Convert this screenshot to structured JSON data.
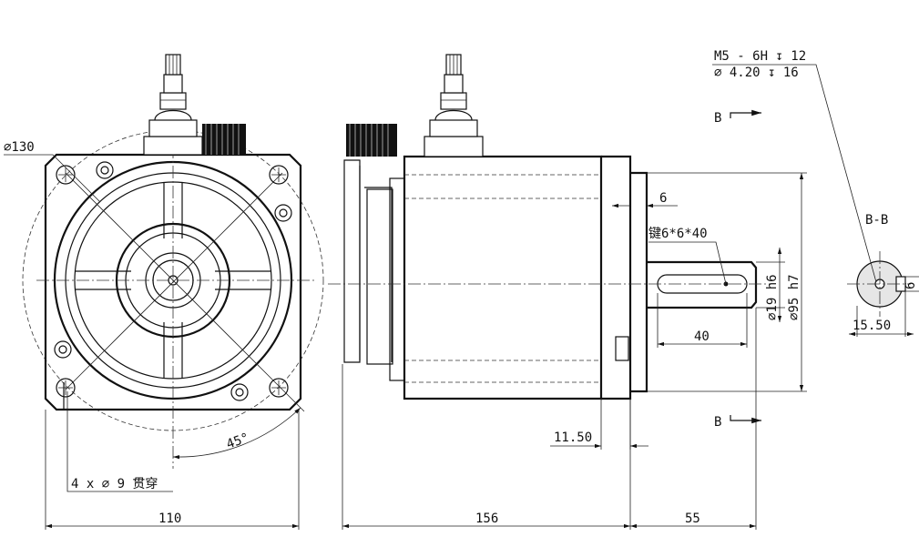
{
  "labels": {
    "flange_circle_dia": "∅130",
    "mount_holes": "4 x ∅ 9 贯穿",
    "angle": "45°",
    "front_width": "110",
    "body_length": "156",
    "shaft_length": "55",
    "flange_step": "11.50",
    "flange_thickness": "6",
    "key_spec": "键6*6*40",
    "key_length": "40",
    "shaft_dia": "∅19 h6",
    "pilot_dia": "∅95 h7",
    "thread_line1": "M5 - 6H ↧ 12",
    "thread_line2": "∅ 4.20 ↧ 16",
    "section_mark_top": "B",
    "section_mark_bottom": "B",
    "section_title": "B-B",
    "section_width": "15.50",
    "section_key": "6"
  }
}
